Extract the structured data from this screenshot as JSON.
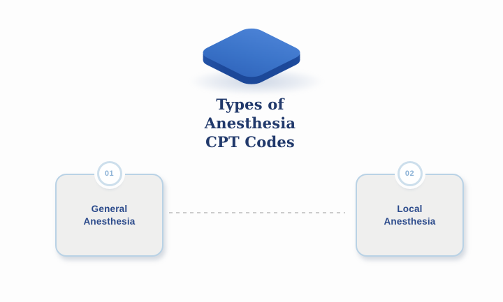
{
  "title": {
    "line1": "Types of",
    "line2": "Anesthesia",
    "line3": "CPT Codes"
  },
  "cards": [
    {
      "number": "01",
      "label_line1": "General",
      "label_line2": "Anesthesia"
    },
    {
      "number": "02",
      "label_line1": "Local",
      "label_line2": "Anesthesia"
    }
  ],
  "icons": {
    "hero": "cube-3d-icon"
  },
  "colors": {
    "background": "#fdfdfd",
    "cube_top": "#3b74c9",
    "cube_top_light": "#4b82d6",
    "cube_side": "#1c4899",
    "cube_side_light": "#2e61b8",
    "title_text": "#21396b",
    "card_label_text": "#2b4a8b",
    "badge_number_text": "#8cb2d6",
    "card_border": "#b9d2e5",
    "card_fill": "#efefee",
    "connector_dash": "#cccccc"
  }
}
